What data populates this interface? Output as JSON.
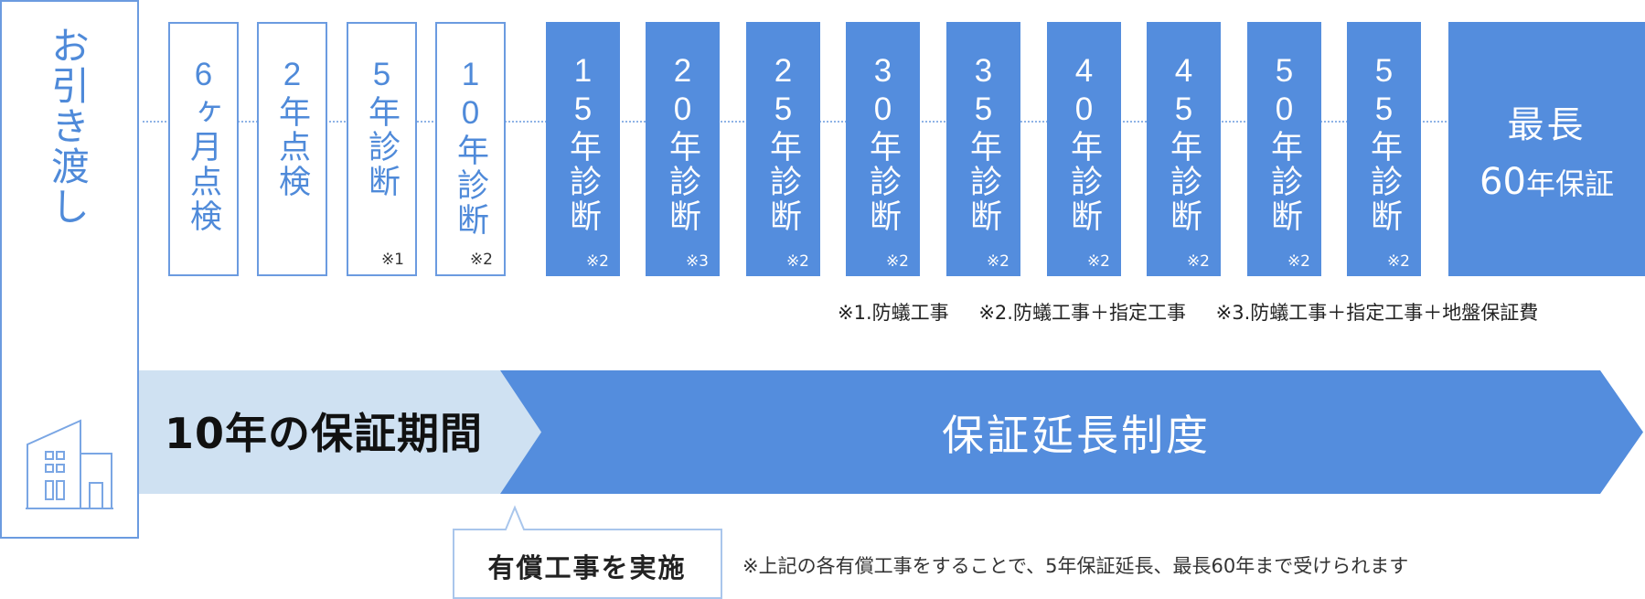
{
  "handover": {
    "label": "お引き渡し",
    "icon": "building-icon"
  },
  "steps": [
    {
      "label": "6ヶ月点検",
      "note": "",
      "style": "outline"
    },
    {
      "label": "2年点検",
      "note": "",
      "style": "outline"
    },
    {
      "label": "5年診断",
      "note": "※1",
      "style": "outline"
    },
    {
      "label": "10年診断",
      "note": "※2",
      "style": "outline"
    },
    {
      "label": "15年診断",
      "note": "※2",
      "style": "filled"
    },
    {
      "label": "20年診断",
      "note": "※3",
      "style": "filled"
    },
    {
      "label": "25年診断",
      "note": "※2",
      "style": "filled"
    },
    {
      "label": "30年診断",
      "note": "※2",
      "style": "filled"
    },
    {
      "label": "35年診断",
      "note": "※2",
      "style": "filled"
    },
    {
      "label": "40年診断",
      "note": "※2",
      "style": "filled"
    },
    {
      "label": "45年診断",
      "note": "※2",
      "style": "filled"
    },
    {
      "label": "50年診断",
      "note": "※2",
      "style": "filled"
    },
    {
      "label": "55年診断",
      "note": "※2",
      "style": "filled"
    }
  ],
  "max_box": {
    "line1": "最長",
    "line2_num": "60",
    "line2_text": "年保証"
  },
  "footnotes": [
    "※1.防蟻工事",
    "※2.防蟻工事＋指定工事",
    "※3.防蟻工事＋指定工事＋地盤保証費"
  ],
  "bands": {
    "warranty": "10年の保証期間",
    "extension": "保証延長制度"
  },
  "paid_work": "有償工事を実施",
  "bottom_note": "※上記の各有償工事をすることで、5年保証延長、最長60年まで受けられます",
  "colors": {
    "blue": "#548ddd",
    "light_blue": "#cfe1f2",
    "outline_blue": "#6b9be0",
    "text_blue": "#4f8ad9"
  }
}
